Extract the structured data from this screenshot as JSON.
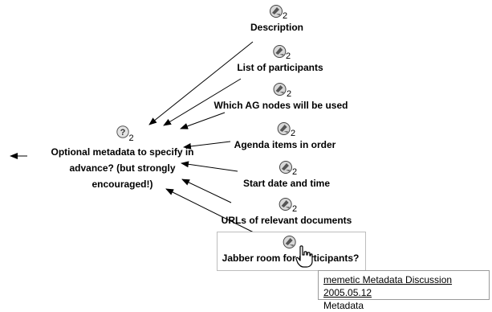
{
  "root": {
    "label_line1": "Optional metadata to specify in",
    "label_line2": "advance? (but strongly",
    "label_line3": "encouraged!)",
    "count": "2",
    "icon": "question-icon"
  },
  "nodes": [
    {
      "label": "Description",
      "count": "2",
      "icon": "topic-icon"
    },
    {
      "label": "List of participants",
      "count": "2",
      "icon": "topic-icon"
    },
    {
      "label": "Which AG nodes will be used",
      "count": "2",
      "icon": "topic-icon"
    },
    {
      "label": "Agenda items in order",
      "count": "2",
      "icon": "topic-icon"
    },
    {
      "label": "Start date and time",
      "count": "2",
      "icon": "topic-icon"
    },
    {
      "label": "URLs of relevant documents",
      "count": "2",
      "icon": "topic-icon"
    },
    {
      "label": "Jabber room for participants?",
      "count": "",
      "icon": "topic-icon"
    }
  ],
  "tooltip": {
    "link": "memetic Metadata Discussion 2005.05.12",
    "sub": "Metadata"
  },
  "cursor": "hand-pointer-icon"
}
